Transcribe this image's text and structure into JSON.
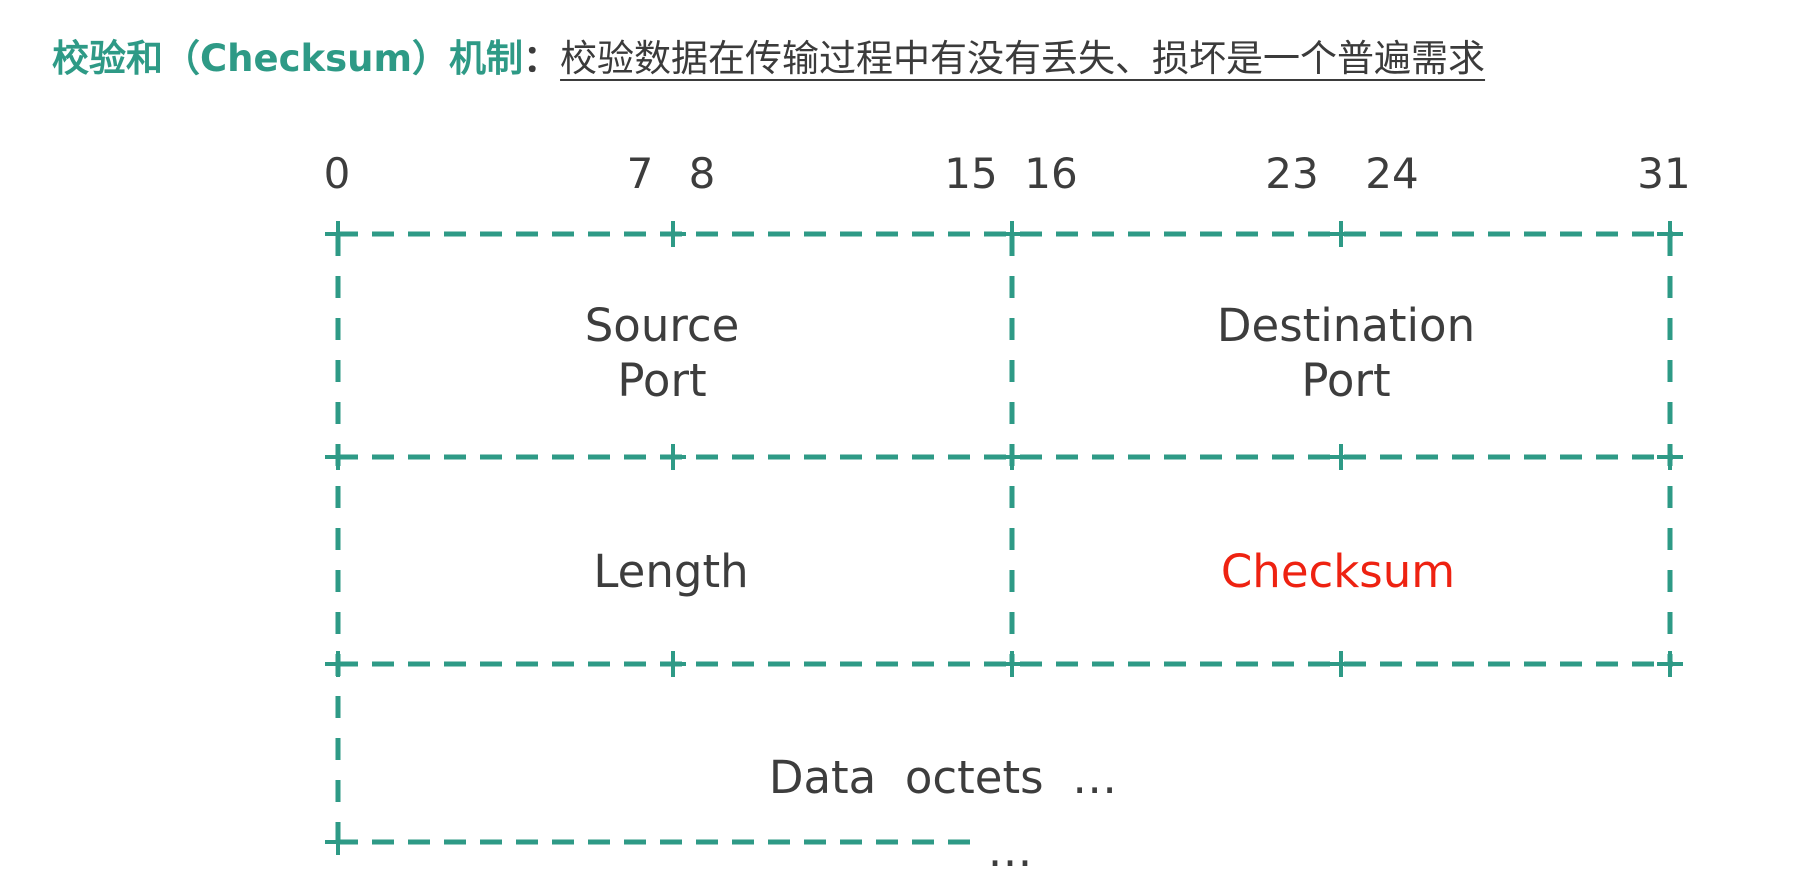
{
  "title": {
    "lead": "校验和（Checksum）机制",
    "colon": "：",
    "description": "校验数据在传输过程中有没有丢失、损坏是一个普遍需求"
  },
  "diagram": {
    "bit_labels": [
      "0",
      "7",
      "8",
      "15",
      "16",
      "23",
      "24",
      "31"
    ],
    "fields": {
      "source_port": [
        "Source",
        "Port"
      ],
      "destination_port": [
        "Destination",
        "Port"
      ],
      "length": "Length",
      "checksum": "Checksum",
      "data": "Data  octets  …",
      "continuation": "…"
    },
    "colors": {
      "border": "#2e9a86",
      "text": "#3d3d3d",
      "highlight": "#ee2211"
    }
  }
}
